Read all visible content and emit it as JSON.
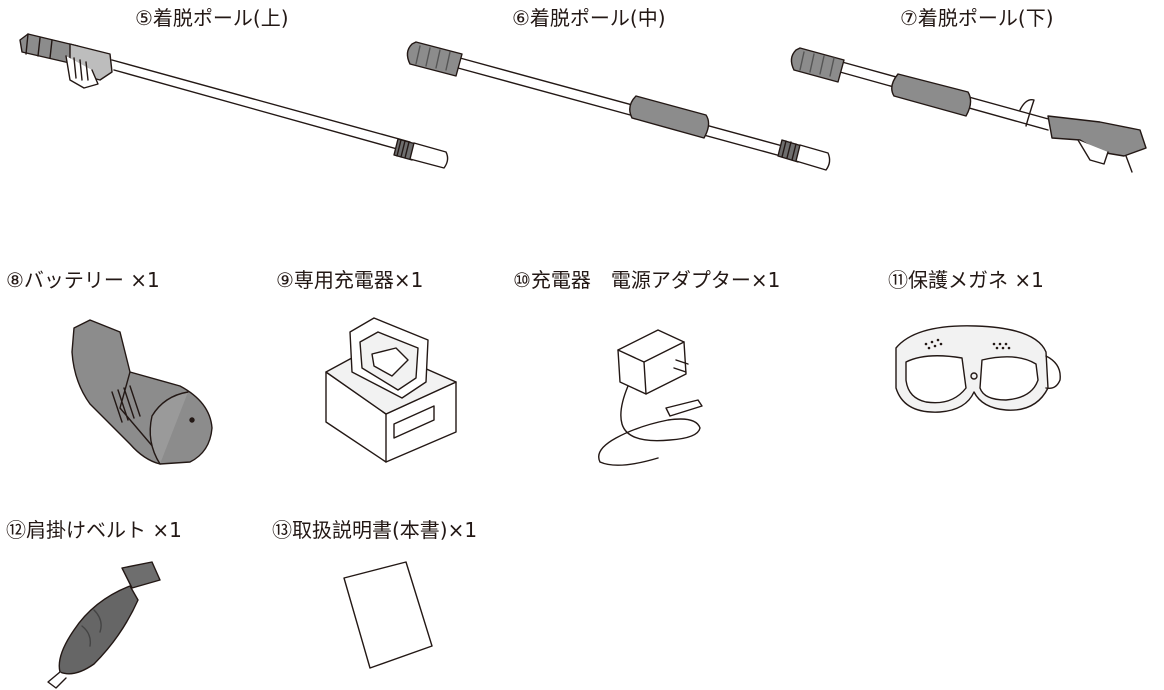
{
  "parts": [
    {
      "label": "⑤着脱ポール(上)",
      "icon": "upper-pole-icon"
    },
    {
      "label": "⑥着脱ポール(中)",
      "icon": "middle-pole-icon"
    },
    {
      "label": "⑦着脱ポール(下)",
      "icon": "lower-pole-icon"
    },
    {
      "label": "⑧バッテリー ×1",
      "icon": "battery-icon"
    },
    {
      "label": "⑨専用充電器×1",
      "icon": "charger-icon"
    },
    {
      "label": "⑩充電器　電源アダプター×1",
      "icon": "power-adapter-icon"
    },
    {
      "label": "⑪保護メガネ ×1",
      "icon": "safety-goggles-icon"
    },
    {
      "label": "⑫肩掛けベルト ×1",
      "icon": "shoulder-belt-icon"
    },
    {
      "label": "⑬取扱説明書(本書)×1",
      "icon": "manual-icon"
    }
  ],
  "colors": {
    "line": "#231815",
    "fill_gray": "#8c8c8c",
    "fill_light": "#f2f2f2"
  }
}
